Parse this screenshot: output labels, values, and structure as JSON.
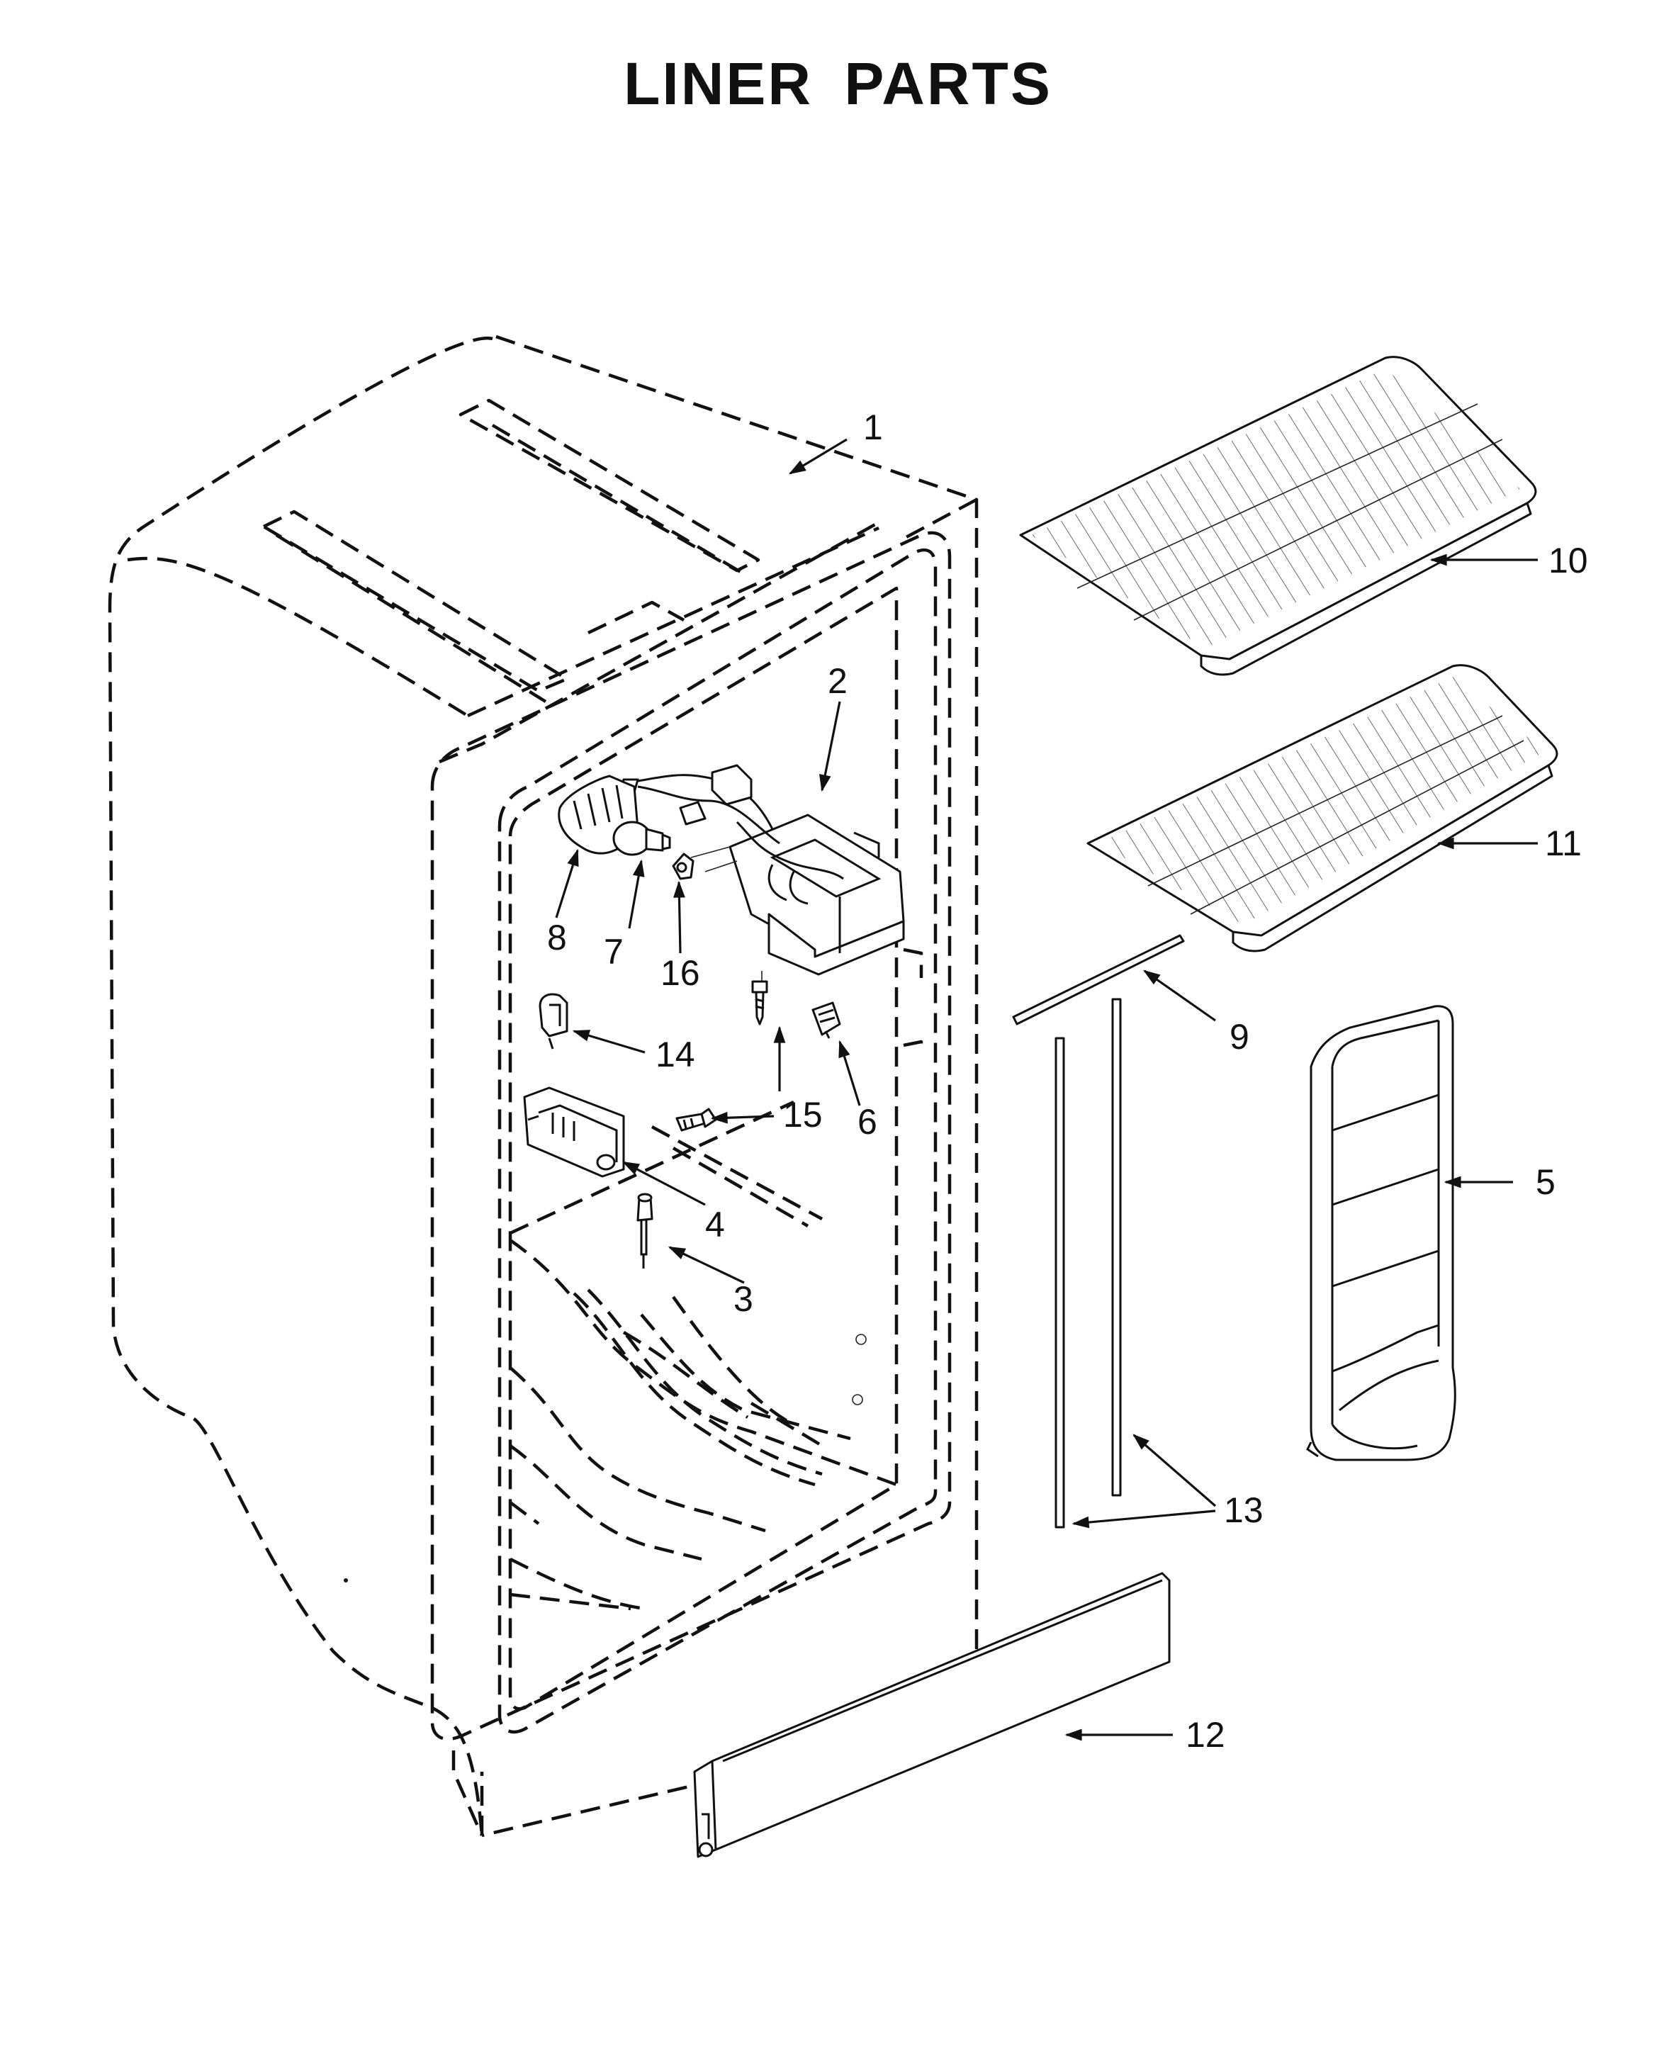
{
  "title": "LINER PARTS",
  "callouts": [
    {
      "id": "callout-1",
      "label": "1"
    },
    {
      "id": "callout-2",
      "label": "2"
    },
    {
      "id": "callout-3",
      "label": "3"
    },
    {
      "id": "callout-4",
      "label": "4"
    },
    {
      "id": "callout-5",
      "label": "5"
    },
    {
      "id": "callout-6",
      "label": "6"
    },
    {
      "id": "callout-7",
      "label": "7"
    },
    {
      "id": "callout-8",
      "label": "8"
    },
    {
      "id": "callout-9",
      "label": "9"
    },
    {
      "id": "callout-10",
      "label": "10"
    },
    {
      "id": "callout-11",
      "label": "11"
    },
    {
      "id": "callout-12",
      "label": "12"
    },
    {
      "id": "callout-13",
      "label": "13"
    },
    {
      "id": "callout-14",
      "label": "14"
    },
    {
      "id": "callout-15",
      "label": "15"
    },
    {
      "id": "callout-16",
      "label": "16"
    }
  ]
}
